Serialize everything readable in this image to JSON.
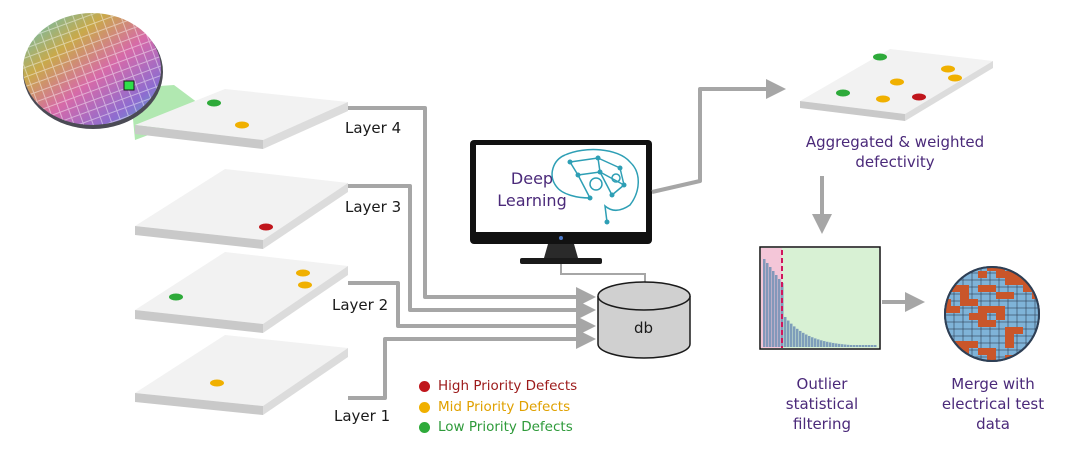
{
  "layers": [
    {
      "label": "Layer 4"
    },
    {
      "label": "Layer 3"
    },
    {
      "label": "Layer 2"
    },
    {
      "label": "Layer 1"
    }
  ],
  "monitor": {
    "label_line1": "Deep",
    "label_line2": "Learning"
  },
  "database": {
    "label": "db"
  },
  "aggregated": {
    "label_line1": "Aggregated & weighted",
    "label_line2": "defectivity"
  },
  "outlier": {
    "line1": "Outlier",
    "line2": "statistical",
    "line3": "filtering"
  },
  "merge": {
    "line1": "Merge with",
    "line2": "electrical test",
    "line3": "data"
  },
  "legend": [
    {
      "text": "High Priority Defects",
      "color": "#c0161c"
    },
    {
      "text": "Mid Priority Defects",
      "color": "#f0b000"
    },
    {
      "text": "Low Priority Defects",
      "color": "#2eaa3a"
    }
  ],
  "colors": {
    "arrow": "#a6a6a6",
    "plate_top": "#f2f2f2",
    "plate_side": "#c9c9c9",
    "label_purple": "#4b2a7a",
    "high": "#c0161c",
    "mid": "#f0b000",
    "low": "#2eaa3a"
  }
}
